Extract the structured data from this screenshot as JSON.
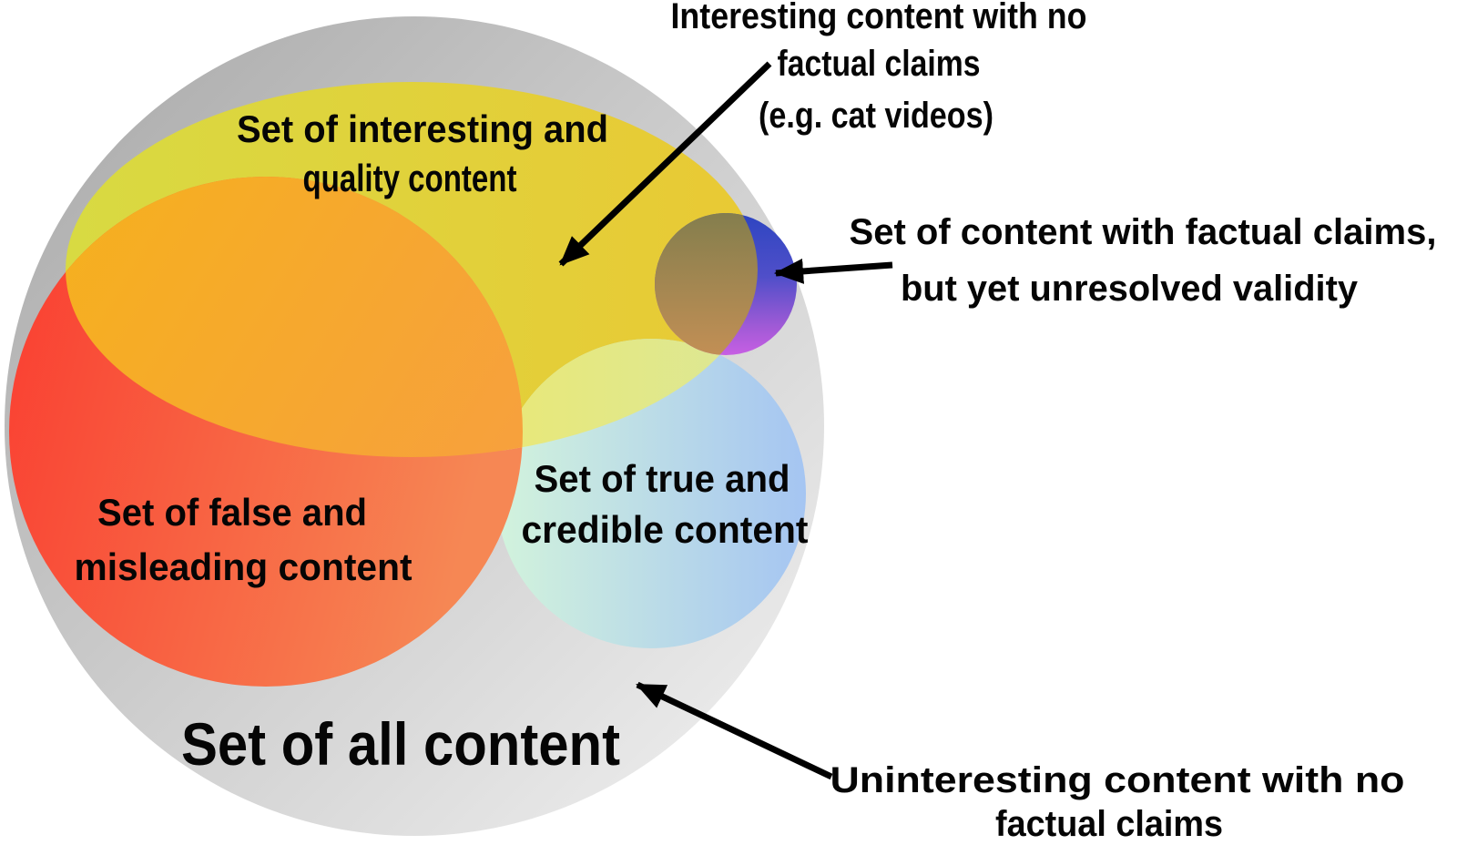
{
  "diagram": {
    "background": "#ffffff",
    "sets": {
      "all_content": {
        "label": "Set of all content",
        "fill_dark": "#a7a7a7",
        "fill_light": "#f3f3f3"
      },
      "interesting_quality": {
        "label": [
          "Set of interesting and",
          "quality content"
        ],
        "color_left": "#d8da42",
        "color_right": "#e9c934"
      },
      "false_misleading": {
        "label": [
          "Set of false and",
          "misleading content"
        ],
        "color_left": "#fa3c30",
        "color_right": "#f68754"
      },
      "true_credible": {
        "label": [
          "Set of true and",
          "credible content"
        ],
        "color_left": "#d2f3dc",
        "color_right": "#a5c5f2"
      },
      "unresolved_validity": {
        "color_top": "#2d45c1",
        "color_bottom": "#c75fe3"
      }
    },
    "overlap_colors": {
      "yellow_over_red": [
        "#f5b21b",
        "#f7a03e"
      ],
      "yellow_over_mint": [
        "#e9e878",
        "#d9e79c"
      ],
      "yellow_over_blue": [
        "#847e4d",
        "#c28f55"
      ]
    },
    "annotations": {
      "cat_videos": {
        "lines": [
          "Interesting content with no",
          "factual claims",
          "(e.g. cat videos)"
        ]
      },
      "unresolved": {
        "lines": [
          "Set of content with factual claims,",
          "but yet unresolved validity"
        ]
      },
      "uninteresting": {
        "lines": [
          "Uninteresting content with no",
          "factual claims"
        ]
      }
    },
    "arrow_color": "#000000"
  }
}
